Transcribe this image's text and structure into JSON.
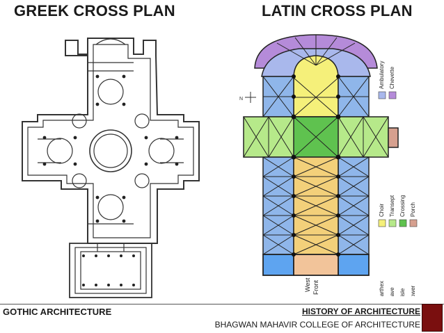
{
  "titles": {
    "greek": "GREEK CROSS PLAN",
    "latin": "LATIN CROSS PLAN"
  },
  "legend": {
    "groups": [
      {
        "items": [
          {
            "label": "Ambulatory",
            "color": "#a9b8ec"
          },
          {
            "label": "Chevette",
            "color": "#b58bd9"
          }
        ]
      },
      {
        "items": [
          {
            "label": "Choir",
            "color": "#f5f07a"
          },
          {
            "label": "Transept",
            "color": "#b6e98a"
          },
          {
            "label": "Crossing",
            "color": "#5fc24f"
          },
          {
            "label": "Porch",
            "color": "#d6a08f"
          }
        ]
      },
      {
        "items": [
          {
            "label": "Narthex",
            "color": "#f2c49a"
          },
          {
            "label": "Nave",
            "color": "#f3d07a"
          },
          {
            "label": "Aisle",
            "color": "#8fb6ea"
          },
          {
            "label": "Tower",
            "color": "#5ea4f0"
          }
        ]
      }
    ]
  },
  "plan_labels": {
    "west": "West",
    "front": "Front",
    "compass": "N"
  },
  "footer": {
    "left": "GOTHIC ARCHITECTURE",
    "right_top": "HISTORY OF ARCHITECTURE",
    "right_bottom": "BHAGWAN MAHAVIR COLLEGE OF ARCHITECTURE"
  },
  "colors": {
    "ambulatory": "#a9b8ec",
    "chevette": "#b58bd9",
    "choir": "#f5f07a",
    "transept": "#b6e98a",
    "crossing": "#5fc24f",
    "porch": "#d6a08f",
    "narthex": "#f2c49a",
    "nave": "#f3d07a",
    "aisle": "#8fb6ea",
    "tower": "#5ea4f0",
    "logo": "#7a0f0f"
  }
}
